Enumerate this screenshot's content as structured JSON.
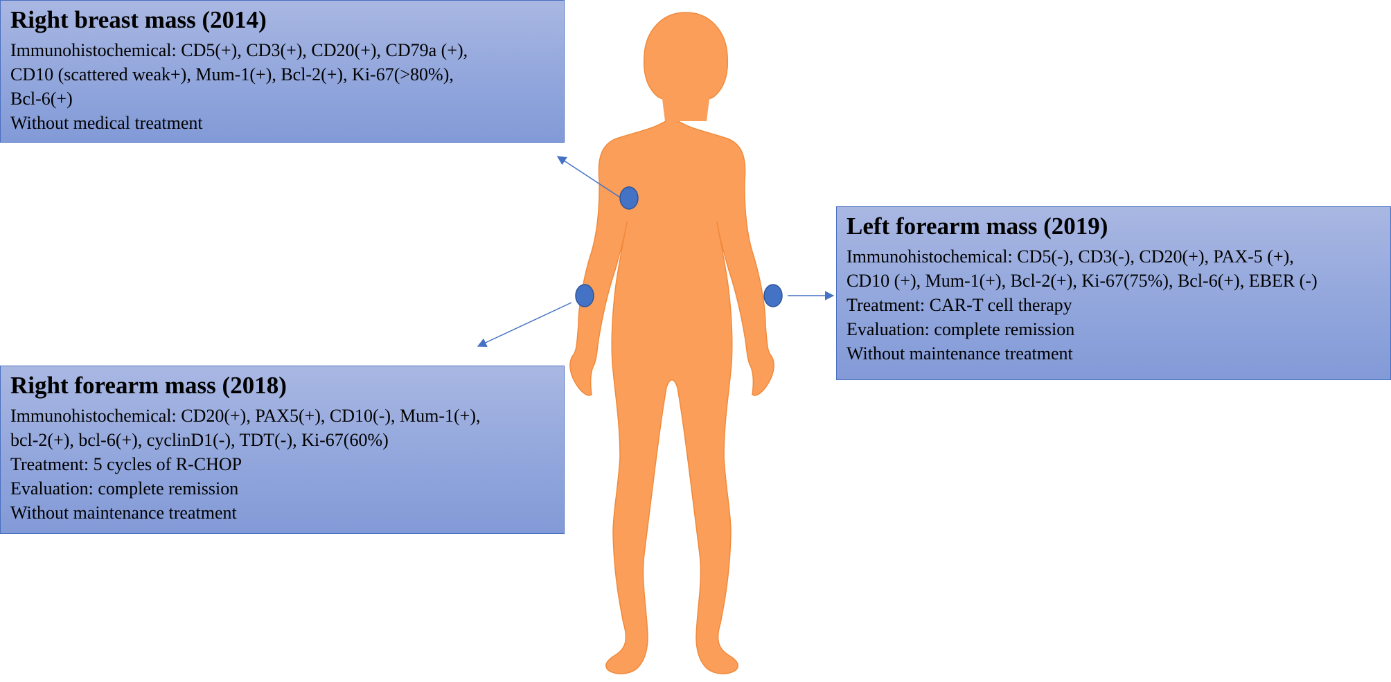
{
  "colors": {
    "body": "#fb9e59",
    "body_outline": "#f08a3c",
    "marker": "#4472c4",
    "arrow": "#4472c4",
    "box_border": "#4a6fc0",
    "box_fill_top": "#a9b7e2",
    "box_fill_bottom": "#829ad7"
  },
  "icons": {
    "body": "human-silhouette-icon",
    "marker": "lesion-marker-icon"
  },
  "boxes": {
    "breast": {
      "title": "Right breast mass (2014)",
      "lines": [
        "Immunohistochemical: CD5(+), CD3(+), CD20(+), CD79a (+),",
        "CD10 (scattered weak+), Mum-1(+), Bcl-2(+), Ki-67(>80%),",
        "Bcl-6(+)",
        "Without medical treatment"
      ]
    },
    "right_forearm": {
      "title": "Right forearm mass (2018)",
      "lines": [
        " Immunohistochemical: CD20(+), PAX5(+), CD10(-), Mum-1(+),",
        "bcl-2(+), bcl-6(+), cyclinD1(-), TDT(-), Ki-67(60%)",
        "Treatment: 5 cycles of R-CHOP",
        "Evaluation: complete remission",
        "Without maintenance treatment"
      ]
    },
    "left_forearm": {
      "title": "Left forearm mass (2019)",
      "lines": [
        " Immunohistochemical: CD5(-), CD3(-), CD20(+), PAX-5 (+),",
        "CD10 (+), Mum-1(+), Bcl-2(+), Ki-67(75%), Bcl-6(+), EBER (-)",
        "Treatment: CAR-T cell therapy",
        "Evaluation: complete remission",
        "Without maintenance treatment"
      ]
    }
  }
}
